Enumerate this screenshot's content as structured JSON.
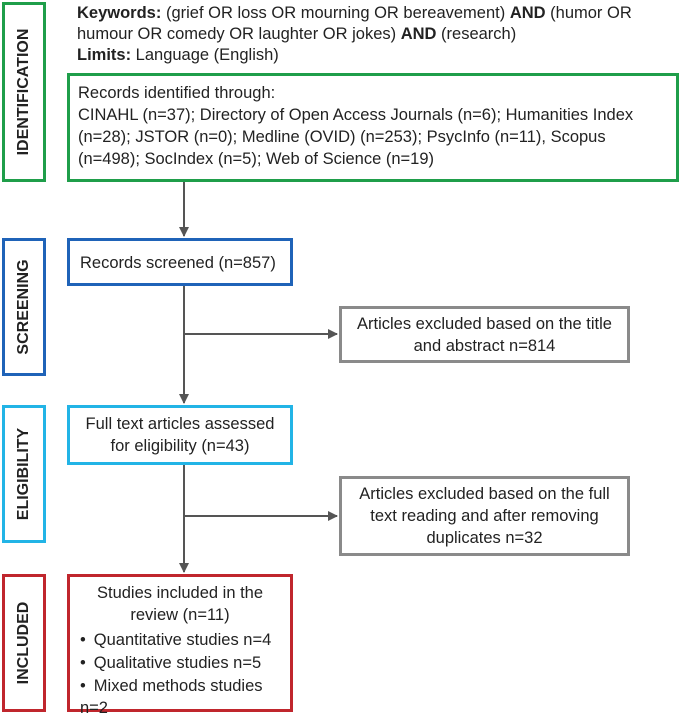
{
  "stages": {
    "identification": "IDENTIFICATION",
    "screening": "SCREENING",
    "eligibility": "ELIGIBILITY",
    "included": "INCLUDED"
  },
  "keywords": {
    "label": "Keywords:",
    "part1": " (grief OR loss OR mourning OR bereavement) ",
    "and1": "AND",
    "part2": " (humor OR humour OR comedy OR laughter OR jokes) ",
    "and2": "AND",
    "part3": " (research)",
    "limits_label": "Limits:",
    "limits_value": " Language (English)"
  },
  "records_identified": {
    "heading": "Records identified through:",
    "sources": "CINAHL (n=37); Directory of Open Access Journals (n=6); Humanities Index (n=28); JSTOR (n=0); Medline (OVID) (n=253); PsycInfo (n=11), Scopus (n=498); SocIndex (n=5); Web of Science (n=19)"
  },
  "records_screened": "Records screened (n=857)",
  "excluded_title_abstract": "Articles excluded based on the title and abstract n=814",
  "fulltext_assessed": "Full text articles assessed for eligibility (n=43)",
  "excluded_fulltext": "Articles excluded based on the full text reading and after removing duplicates n=32",
  "included": {
    "title": "Studies included in the review  (n=11)",
    "items": [
      "Quantitative studies n=4",
      "Qualitative studies n=5",
      "Mixed methods studies n=2"
    ]
  },
  "colors": {
    "identification": "#1f9e4a",
    "screening": "#1f63b8",
    "eligibility": "#22b4e6",
    "included": "#c0262d",
    "exclusion": "#8a8a8a",
    "arrow": "#555555"
  }
}
